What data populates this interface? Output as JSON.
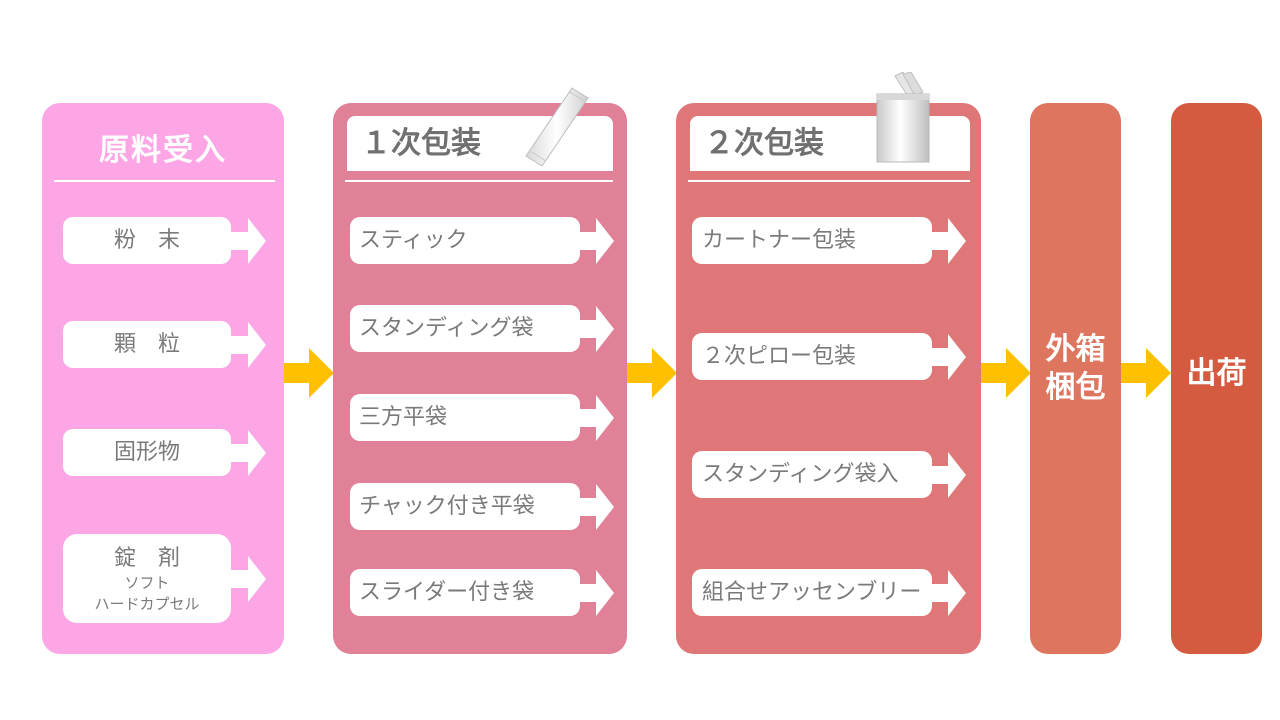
{
  "colors": {
    "col1": "#fca6e6",
    "col2": "#e08198",
    "col3": "#df7678",
    "col4": "#dd755f",
    "col5": "#d45b40",
    "flow_arrow": "#ffc000"
  },
  "columns": {
    "raw": {
      "title": "原料受入",
      "items": [
        "粉　末",
        "顆　粒",
        "固形物",
        "錠　剤"
      ],
      "tablet_sub1": "ソフト",
      "tablet_sub2": "ハードカプセル"
    },
    "primary": {
      "title": "１次包装",
      "items": [
        "スティック",
        "スタンディング袋",
        "三方平袋",
        "チャック付き平袋",
        "スライダー付き袋"
      ]
    },
    "secondary": {
      "title": "２次包装",
      "items": [
        "カートナー包装",
        "２次ピロー包装",
        "スタンディング袋入",
        "組合せアッセンブリー"
      ]
    },
    "outer": {
      "line1": "外箱",
      "line2": "梱包"
    },
    "ship": {
      "label": "出荷"
    }
  }
}
